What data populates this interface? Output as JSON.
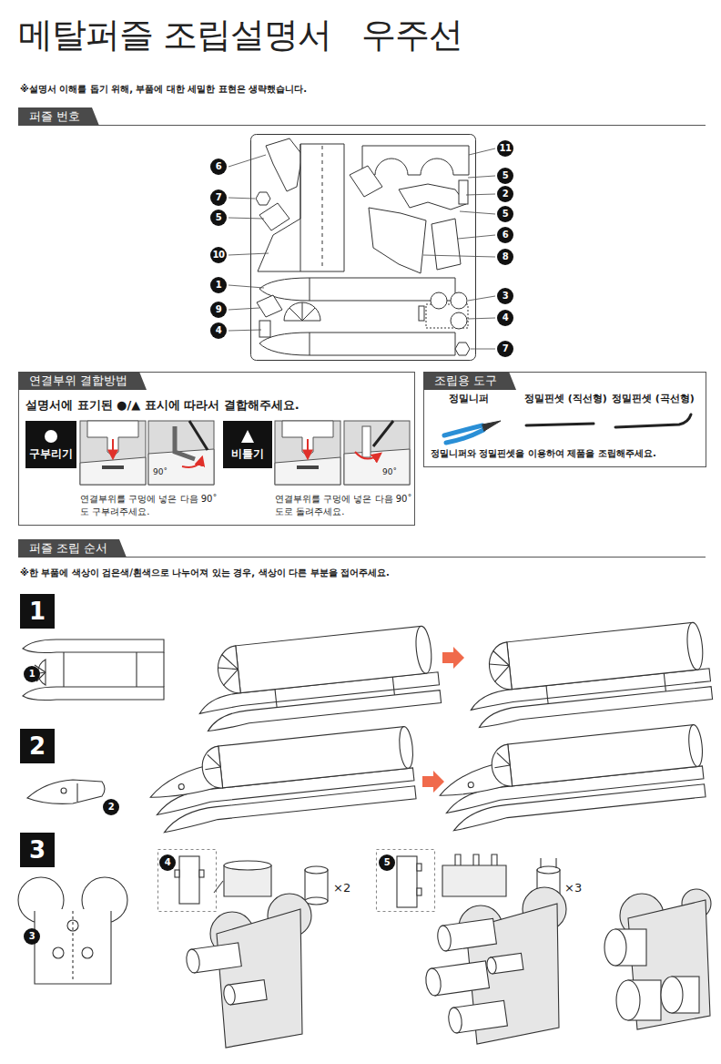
{
  "diagram": {
    "title": "메탈퍼즐 조립설명서   우주선",
    "nodes": [
      {
        "text": [
          "퍼즐 번호"
        ]
      },
      {
        "text": [
          "6"
        ]
      },
      {
        "text": [
          "7"
        ]
      },
      {
        "text": [
          "5"
        ]
      },
      {
        "text": [
          "10"
        ]
      },
      {
        "text": [
          "1"
        ]
      },
      {
        "text": [
          "9"
        ]
      },
      {
        "text": [
          "4"
        ]
      },
      {
        "text": [
          "11"
        ]
      },
      {
        "text": [
          "5"
        ]
      },
      {
        "text": [
          "2"
        ]
      },
      {
        "text": [
          "5"
        ]
      },
      {
        "text": [
          "6"
        ]
      },
      {
        "text": [
          "8"
        ]
      },
      {
        "text": [
          "3"
        ]
      },
      {
        "text": [
          "4"
        ]
      },
      {
        "text": [
          "7"
        ]
      },
      {
        "text": [
          "연결부위 결합방법"
        ]
      },
      {
        "text": [
          "구부리기"
        ]
      },
      {
        "text": [
          "비틀기"
        ]
      },
      {
        "text": [
          "조립용 도구"
        ]
      },
      {
        "text": [
          "퍼즐 조립 순서"
        ]
      },
      {
        "text": [
          "1"
        ]
      },
      {
        "text": [
          "1"
        ]
      },
      {
        "text": [
          "2"
        ]
      },
      {
        "text": [
          "2"
        ]
      },
      {
        "text": [
          "3"
        ]
      },
      {
        "text": [
          "3"
        ]
      },
      {
        "text": [
          "4"
        ]
      },
      {
        "text": [
          "5"
        ]
      }
    ],
    "labels": [
      "※설명서 이해를 돕기 위해, 부품에 대한 세밀한 표현은 생략했습니다.",
      "설명서에 표기된 ●/▲ 표시에 따라서 결합해주세요.",
      "90˚",
      "90˚",
      "연결부위를 구멍에 넣은 다음 90˚도 구부려주세요.",
      "연결부위를 구멍에 넣은 다음 90˚도로 돌려주세요.",
      "정밀니퍼",
      "정밀핀셋 (직선형)",
      "정밀핀셋 (곡선형)",
      "정밀니퍼와 정밀핀셋을 이용하여 제품을 조립해주세요.",
      "※한 부품에 색상이 검은색/흰색으로 나누어져 있는 경우, 색상이 다른 부분을 접어주세요.",
      "×2",
      "×3"
    ]
  }
}
